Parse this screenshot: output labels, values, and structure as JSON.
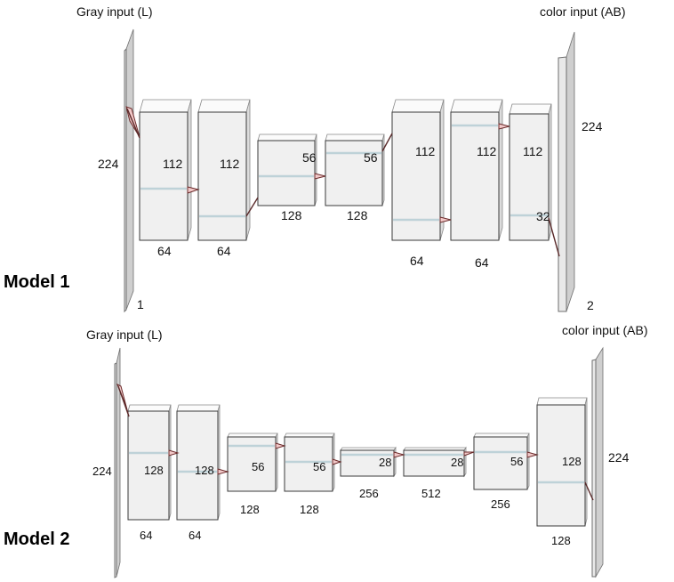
{
  "model1": {
    "title": "Model 1",
    "input_label": "Gray input (L)",
    "output_label": "color input (AB)",
    "input": {
      "height": "224",
      "depth": "1"
    },
    "output": {
      "height": "224",
      "depth": "2"
    },
    "blocks": [
      {
        "size": "112",
        "channels": "64"
      },
      {
        "size": "112",
        "channels": "64"
      },
      {
        "size": "56",
        "channels": "128"
      },
      {
        "size": "56",
        "channels": "128"
      },
      {
        "size": "112",
        "channels": "64"
      },
      {
        "size": "112",
        "channels": "64"
      },
      {
        "size": "112",
        "channels": "32"
      }
    ]
  },
  "model2": {
    "title": "Model 2",
    "input_label": "Gray input (L)",
    "output_label": "color input (AB)",
    "input": {
      "height": "224"
    },
    "output": {
      "height": "224"
    },
    "blocks": [
      {
        "size": "128",
        "channels": "64"
      },
      {
        "size": "128",
        "channels": "64"
      },
      {
        "size": "56",
        "channels": "128"
      },
      {
        "size": "56",
        "channels": "128"
      },
      {
        "size": "28",
        "channels": "256"
      },
      {
        "size": "28",
        "channels": "512"
      },
      {
        "size": "56",
        "channels": "256"
      },
      {
        "size": "128",
        "channels": "128"
      }
    ]
  }
}
